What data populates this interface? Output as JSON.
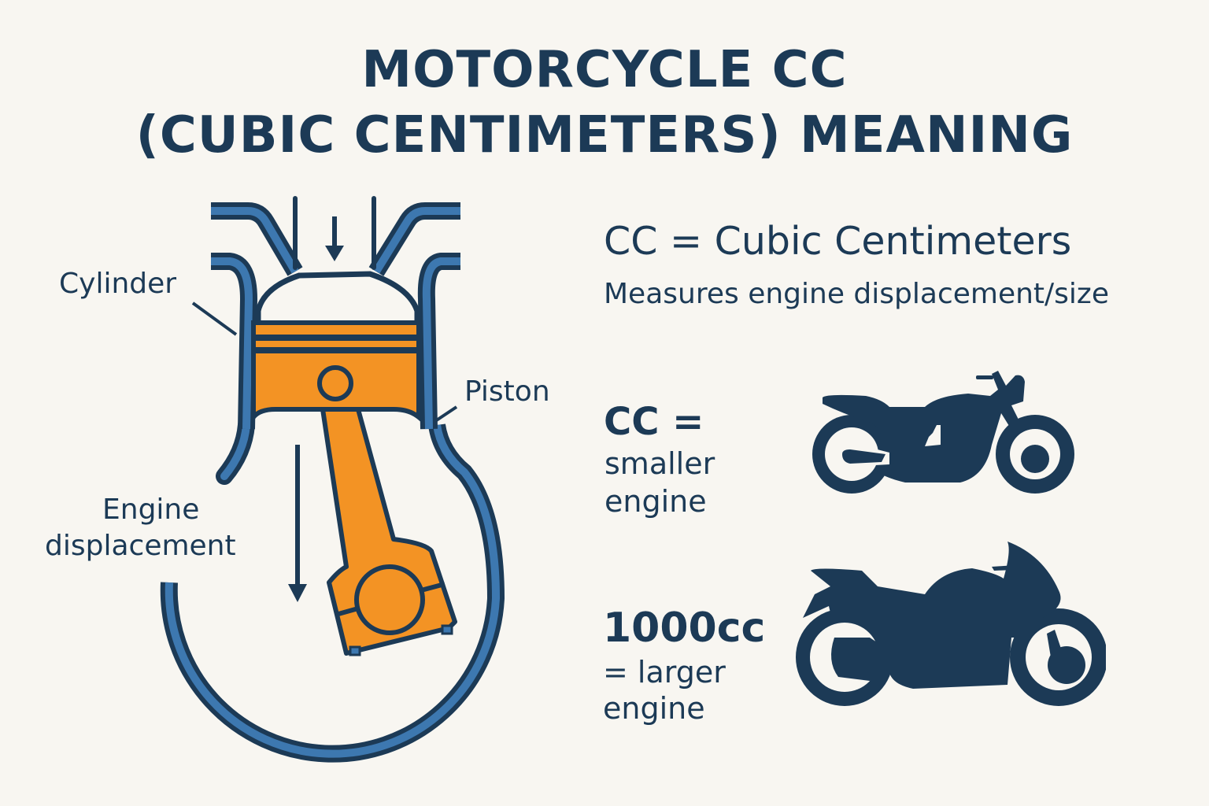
{
  "title": {
    "line1": "MOTORCYCLE CC",
    "line2": "(CUBIC CENTIMETERS) MEANING"
  },
  "diagram": {
    "labels": {
      "cylinder": "Cylinder",
      "piston": "Piston",
      "engine_displacement_line1": "Engine",
      "engine_displacement_line2": "displacement"
    },
    "icons": [
      "intake-arrow-icon",
      "displacement-arrow-icon"
    ]
  },
  "definition": {
    "heading": "CC = Cubic Centimeters",
    "subtext": "Measures engine displacement/size"
  },
  "comparisons": [
    {
      "line1": "CC =",
      "line2": "smaller",
      "line3": "engine",
      "icon": "standard-motorcycle-icon"
    },
    {
      "line1": "1000cc",
      "line2": "= larger",
      "line3": "engine",
      "icon": "sport-motorcycle-icon"
    }
  ],
  "colors": {
    "background": "#f8f6f1",
    "navy": "#1c3a56",
    "blue": "#3d78b0",
    "orange": "#f39324"
  }
}
